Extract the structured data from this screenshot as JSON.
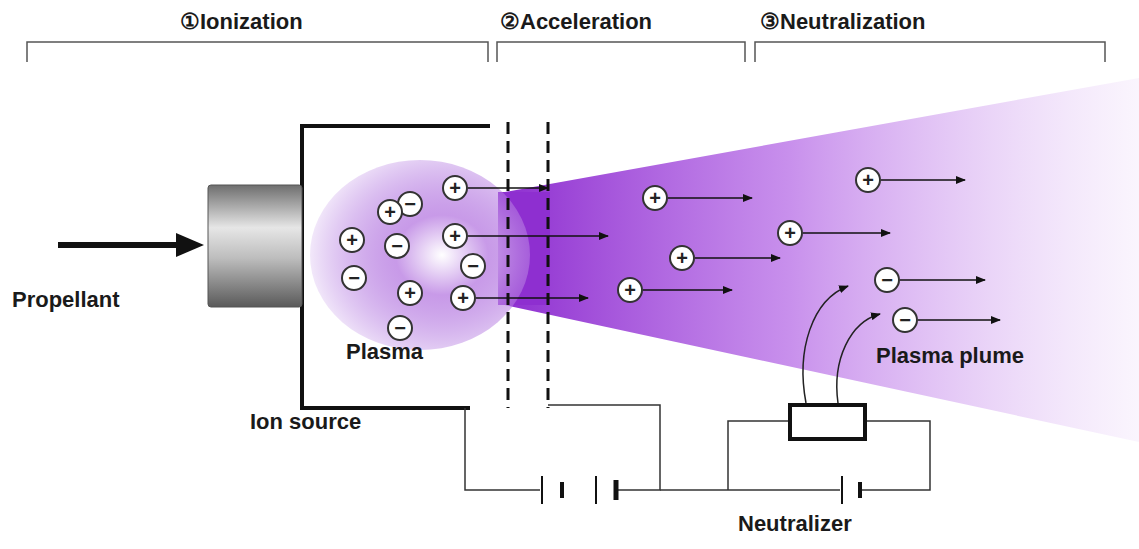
{
  "diagram": {
    "nodes": [
      {
        "text": [
          "−"
        ]
      },
      {
        "text": [
          "+"
        ]
      },
      {
        "text": [
          "+"
        ]
      },
      {
        "text": [
          "+"
        ]
      },
      {
        "text": [
          "−"
        ]
      },
      {
        "text": [
          "+"
        ]
      },
      {
        "text": [
          "−"
        ]
      },
      {
        "text": [
          "−"
        ]
      },
      {
        "text": [
          "+"
        ]
      },
      {
        "text": [
          "+"
        ]
      },
      {
        "text": [
          "−"
        ]
      },
      {
        "text": [
          "+"
        ]
      },
      {
        "text": [
          "+"
        ]
      },
      {
        "text": [
          "+"
        ]
      },
      {
        "text": [
          "+"
        ]
      },
      {
        "text": [
          "+"
        ]
      },
      {
        "text": [
          "−"
        ]
      },
      {
        "text": [
          "−"
        ]
      }
    ],
    "labels": [
      "①Ionization",
      "②Acceleration",
      "③Neutralization",
      "Propellant",
      "Plasma",
      "Ion source",
      "Plasma plume",
      "Neutralizer"
    ]
  }
}
